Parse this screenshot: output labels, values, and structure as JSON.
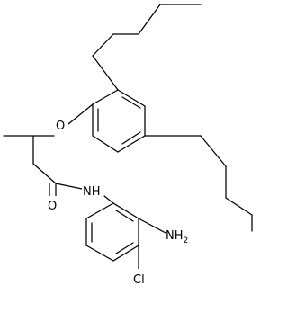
{
  "structure": {
    "labels": {
      "oxygen_ether": "O",
      "oxygen_carbonyl": "O",
      "amide_nh": "NH",
      "amine": "NH",
      "amine_subscript": "2",
      "chlorine": "Cl"
    },
    "colors": {
      "bond": "#000000",
      "background": "#ffffff",
      "text": "#000000"
    }
  }
}
